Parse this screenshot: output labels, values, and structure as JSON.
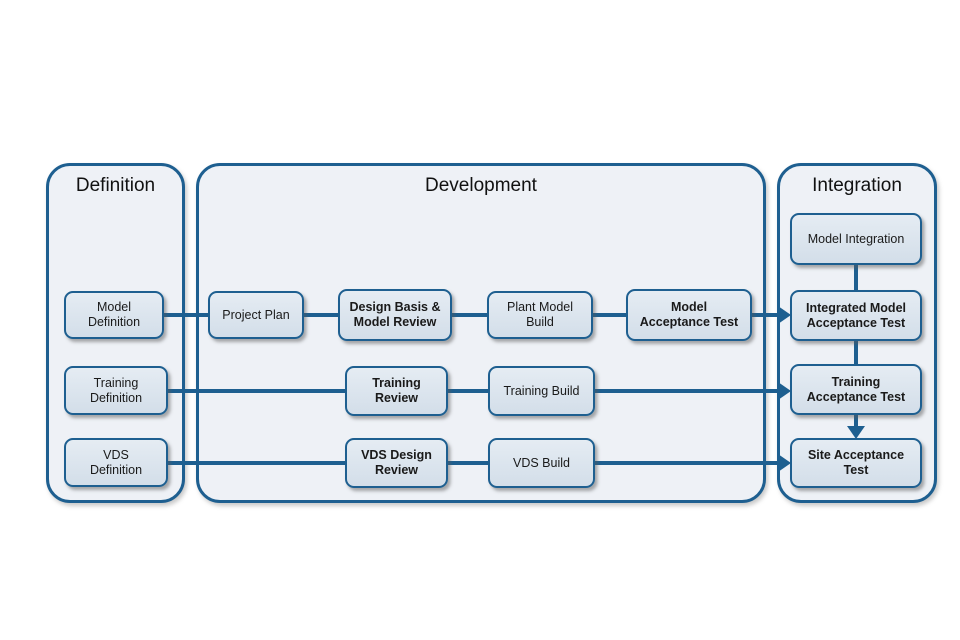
{
  "diagram": {
    "colors": {
      "outline": "#1e5f90",
      "container_fill": "#eef1f6",
      "node_fill": "#d7e1ec",
      "text": "#1a1a1a"
    },
    "sections": [
      {
        "label": "Definition",
        "boxes": [
          {
            "label": "Model\nDefinition",
            "emphasis": false
          },
          {
            "label": "Training\nDefinition",
            "emphasis": false
          },
          {
            "label": "VDS\nDefinition",
            "emphasis": false
          }
        ]
      },
      {
        "label": "Development",
        "boxes": [
          {
            "label": "Project Plan",
            "emphasis": false
          },
          {
            "label": "Design Basis &\nModel Review",
            "emphasis": true
          },
          {
            "label": "Plant Model\nBuild",
            "emphasis": false
          },
          {
            "label": "Model\nAcceptance Test",
            "emphasis": true
          },
          {
            "label": "Training\nReview",
            "emphasis": true
          },
          {
            "label": "Training Build",
            "emphasis": false
          },
          {
            "label": "VDS Design\nReview",
            "emphasis": true
          },
          {
            "label": "VDS Build",
            "emphasis": false
          }
        ]
      },
      {
        "label": "Integration",
        "boxes": [
          {
            "label": "Model Integration",
            "emphasis": false
          },
          {
            "label": "Integrated Model\nAcceptance Test",
            "emphasis": true
          },
          {
            "label": "Training\nAcceptance Test",
            "emphasis": true
          },
          {
            "label": "Site Acceptance\nTest",
            "emphasis": true
          }
        ]
      }
    ]
  }
}
